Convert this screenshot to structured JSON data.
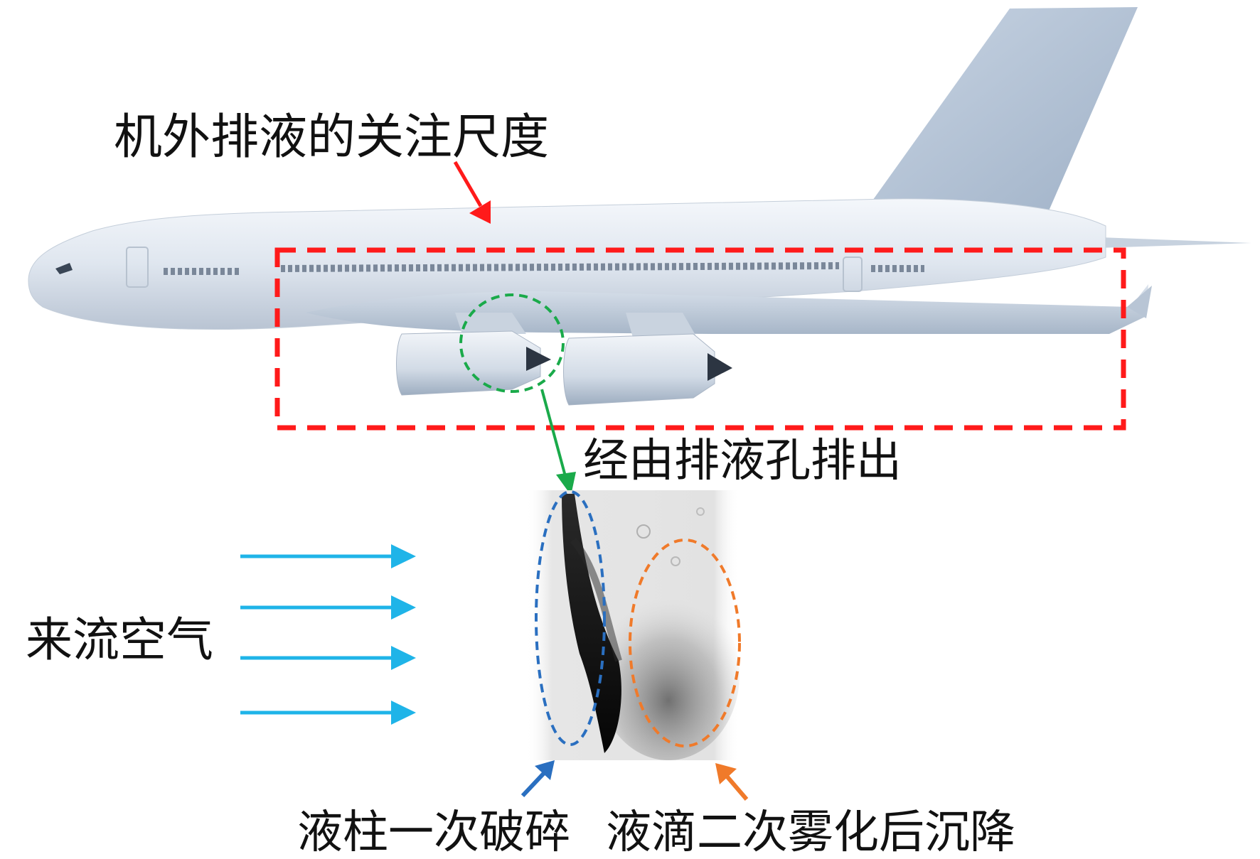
{
  "labels": {
    "focus_scale": "机外排液的关注尺度",
    "drain_exit": "经由排液孔排出",
    "incoming_air": "来流空气",
    "primary_breakup": "液柱一次破碎",
    "secondary_atomization": "液滴二次雾化后沉降"
  },
  "colors": {
    "focus_box": "#ff1a1a",
    "drain_circle": "#1aaa4a",
    "airflow_arrows": "#1fb4e8",
    "primary_ellipse": "#2a6fc0",
    "secondary_ellipse": "#f07a2a",
    "airplane_body": "#e2e9f2"
  },
  "icons": {
    "aircraft": "airplane-icon",
    "airflow": "arrow-right-icon"
  }
}
